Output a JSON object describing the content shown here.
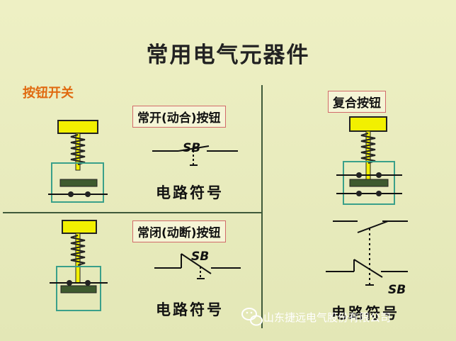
{
  "title": "常用电气元器件",
  "section_label": "按钮开关",
  "no_button": {
    "label": "常开(动合)按钮",
    "symbol_text": "SB",
    "symbol_caption": "电路符号"
  },
  "nc_button": {
    "label": "常闭(动断)按钮",
    "symbol_text": "SB",
    "symbol_caption": "电路符号"
  },
  "compound_button": {
    "label": "复合按钮",
    "symbol_text": "SB",
    "symbol_caption": "电路符号"
  },
  "watermark": {
    "text": "山东捷远电气股份有限公司",
    "icon": "wechat-icon"
  },
  "colors": {
    "background": "#ececbf",
    "button_cap": "#f2f000",
    "spring": "#222222",
    "case_border": "#3aa08a",
    "contact_bar": "#3e5a2f",
    "divider": "#3f5a3a",
    "section_label": "#e06a10",
    "label_border": "#d26a6a"
  }
}
